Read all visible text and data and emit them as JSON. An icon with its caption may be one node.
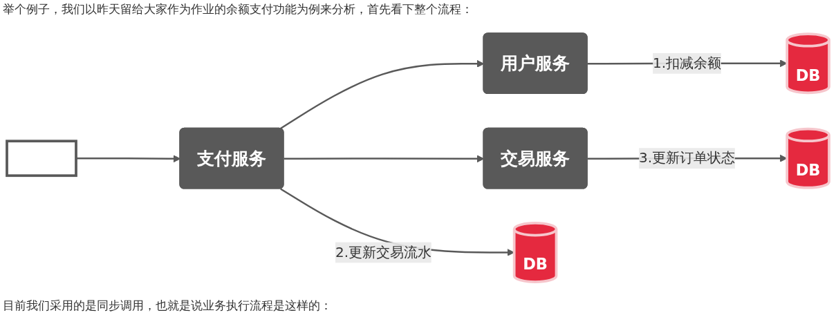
{
  "diagram": {
    "nodes": [
      {
        "text": [],
        "shape": "box"
      },
      {
        "text": [
          "支付服务"
        ]
      },
      {
        "text": [
          "用户服务"
        ]
      },
      {
        "text": [
          "交易服务"
        ]
      },
      {
        "text": [
          "DB"
        ]
      },
      {
        "text": [
          "DB"
        ]
      },
      {
        "text": [
          "DB"
        ]
      }
    ],
    "edges": [
      {
        "from": 0,
        "to": 1,
        "arrow": "to"
      },
      {
        "from": 1,
        "to": 2,
        "arrow": "to"
      },
      {
        "from": 2,
        "to": 4,
        "arrow": "to",
        "label": "1.扣减余额"
      },
      {
        "from": 1,
        "to": 5,
        "arrow": "to",
        "label": "2.更新交易流水"
      },
      {
        "from": 1,
        "to": 3,
        "arrow": "to"
      },
      {
        "from": 3,
        "to": 6,
        "arrow": "to",
        "label": "3.更新订单状态"
      }
    ],
    "labels": [
      "举个例子，我们以昨天留给大家作为作业的余额支付功能为例来分析，首先看下整个流程：",
      "目前我们采用的是同步调用，也就是说业务执行流程是这样的："
    ]
  }
}
